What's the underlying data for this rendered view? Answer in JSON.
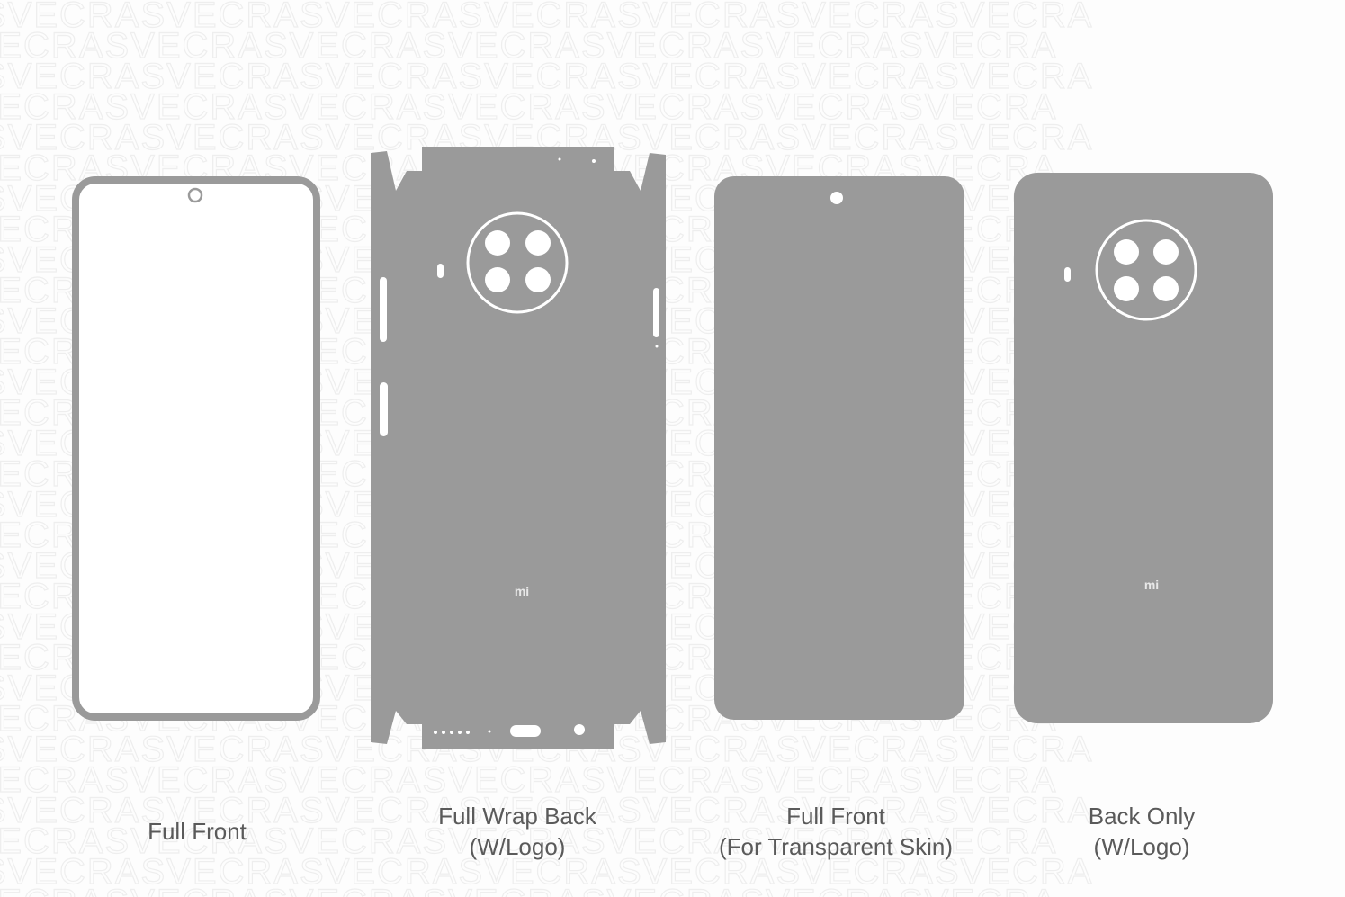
{
  "colors": {
    "skin": "#9a9a9a",
    "label": "#5a5a5a",
    "background": "#fdfdfd"
  },
  "watermark": "SVECRASVECRASVECRASVECRASVECRASVECRASVECRA",
  "logo_text": "mi",
  "templates": [
    {
      "line1": "Full Front",
      "line2": ""
    },
    {
      "line1": "Full Wrap Back",
      "line2": "(W/Logo)"
    },
    {
      "line1": "Full Front",
      "line2": "(For Transparent Skin)"
    },
    {
      "line1": "Back Only",
      "line2": "(W/Logo)"
    }
  ]
}
